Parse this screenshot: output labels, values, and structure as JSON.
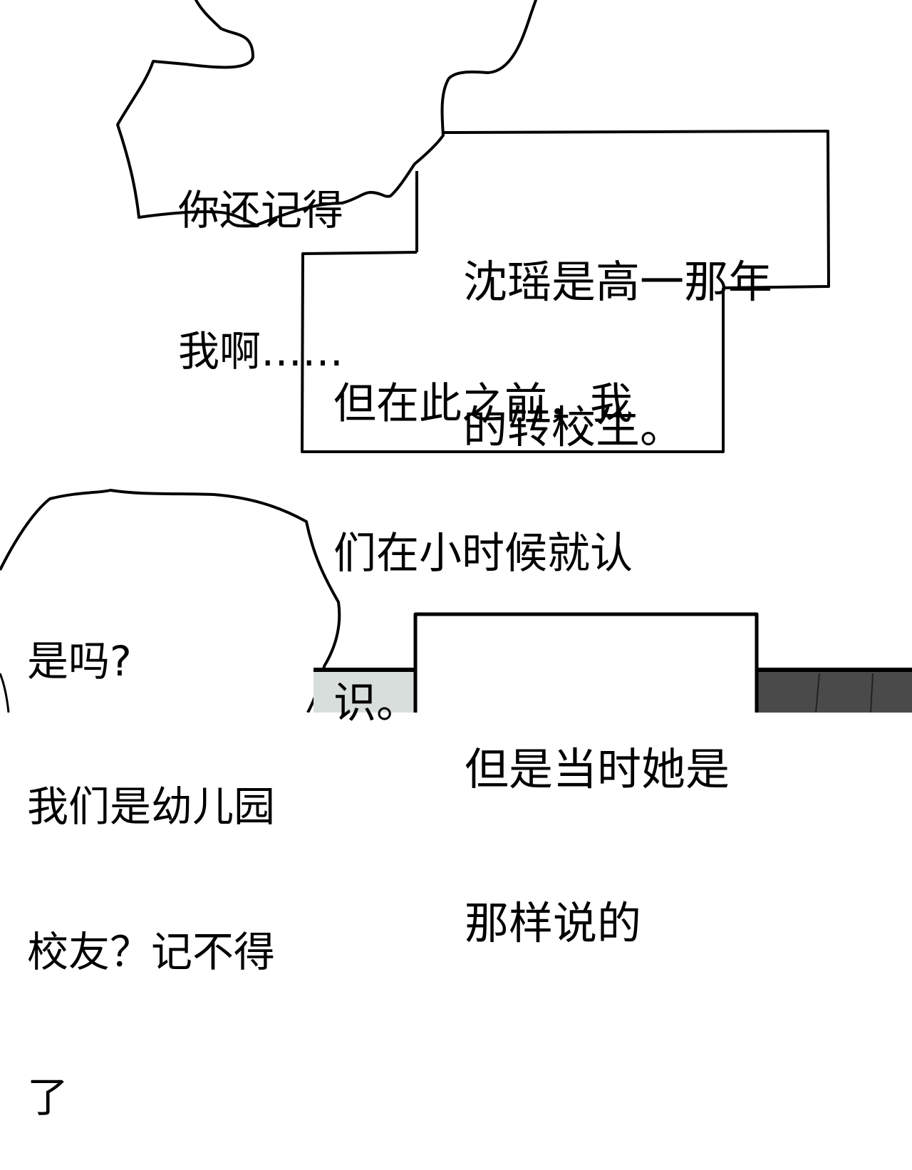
{
  "panel_top": {
    "bubble_question": {
      "lines": [
        "你还记得",
        "我啊……"
      ]
    },
    "narration_box_1": {
      "lines": [
        "沈瑶是高一那年",
        "的转校生。"
      ]
    },
    "narration_box_2": {
      "lines": [
        "但在此之前，我",
        "们在小时候就认",
        "识。"
      ]
    }
  },
  "panel_bottom": {
    "bubble_reply": {
      "lines": [
        "是吗?",
        "我们是幼儿园",
        "校友？记不得",
        "了"
      ]
    },
    "narration_box_3": {
      "lines": [
        "但是当时她是",
        "那样说的"
      ]
    }
  },
  "colors": {
    "ink": "#000000",
    "paper": "#ffffff",
    "dark_panel": "#4a4a4a",
    "grey_wash": "#c9cfcd"
  }
}
